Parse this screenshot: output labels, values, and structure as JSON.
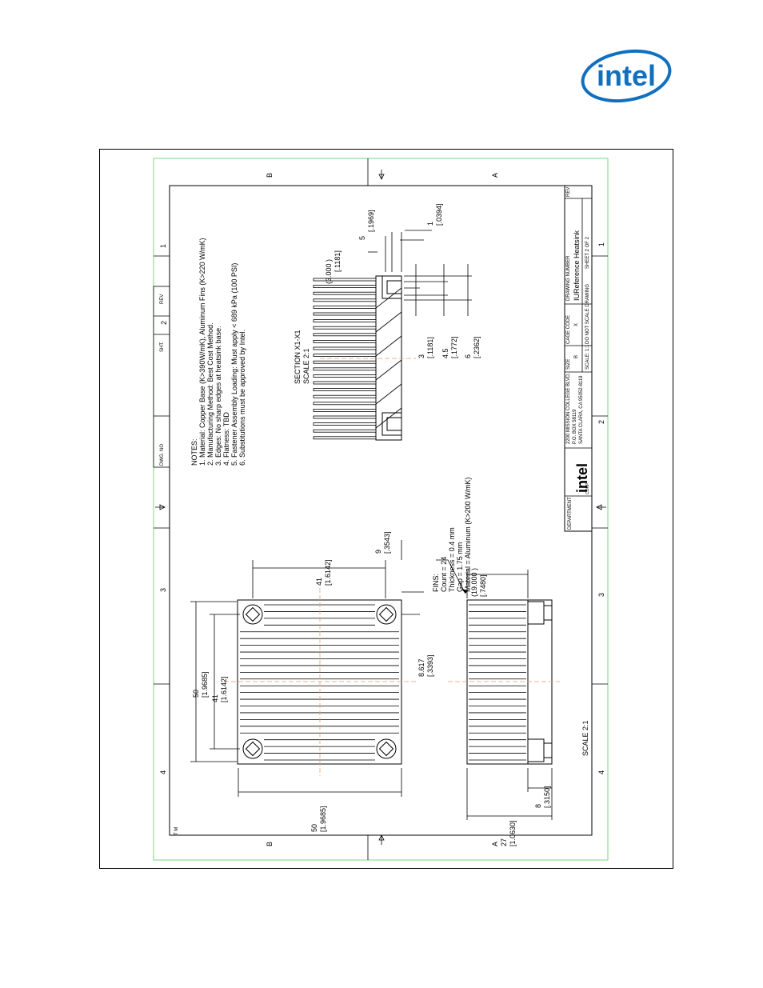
{
  "logo": {
    "text": "intel"
  },
  "drawing": {
    "border_zones": {
      "top": [
        "B",
        "A"
      ],
      "bottom": [
        "B",
        "A"
      ],
      "left": [
        "1",
        "2",
        "3",
        "4"
      ],
      "right": [
        "1",
        "2",
        "3",
        "4"
      ],
      "corner": "T M"
    },
    "sheet_tab": {
      "dwg_no": "DWG. NO",
      "sht": "SHT.",
      "sheet": "2",
      "rev": "REV"
    },
    "notes": [
      "NOTES:",
      "1.  Material:  Copper Base (K>390W/mK), Aluminum Fins (K>220 W/mK)",
      "2.  Manufacturing Method:  Best Cost Method.",
      "3.  Edges:  No sharp edges at heatsink base.",
      "4.  Flatness:  TBD",
      "5.  Fastener Assembly Loading:  Must apply < 689 kPa (100 PSI)",
      "6.  Substitutions must be approved by Intel."
    ],
    "section_view": {
      "title": "SECTION  X1-X1",
      "scale": "SCALE  2:1",
      "dims": [
        {
          "text": "(3.000 )"
        },
        {
          "text": "[.1181]"
        },
        {
          "text": "5"
        },
        {
          "text": "[.1969]"
        },
        {
          "text": "1"
        },
        {
          "text": "[.0394]"
        },
        {
          "text": "3"
        },
        {
          "text": "[.1181]"
        },
        {
          "text": "4.5"
        },
        {
          "text": "[.1772]"
        },
        {
          "text": "6"
        },
        {
          "text": "[.2362]"
        }
      ]
    },
    "top_view": {
      "dims": [
        {
          "text": "41"
        },
        {
          "text": "[1.6142]"
        },
        {
          "text": "9"
        },
        {
          "text": "[.3543]"
        },
        {
          "text": "50"
        },
        {
          "text": "[1.9685]"
        },
        {
          "text": "41"
        },
        {
          "text": "[1.6142]"
        },
        {
          "text": "8.617"
        },
        {
          "text": "[.3393]"
        },
        {
          "text": "50"
        },
        {
          "text": "[1.9685]"
        }
      ],
      "scale": "SCALE  2:1"
    },
    "fins_note": [
      "FINS:",
      "Count = 24",
      "Thickness = 0.4 mm",
      "Gap = 1.75 mm",
      "Material = Aluminum (K>200 W/mK)"
    ],
    "side_view": {
      "dims": [
        {
          "text": "(19.000 )"
        },
        {
          "text": "[.7480]"
        },
        {
          "text": "8"
        },
        {
          "text": "[.3150]"
        },
        {
          "text": "27"
        },
        {
          "text": "[1.0630]"
        }
      ]
    },
    "title_block": {
      "department": "DEPARTMENT",
      "address": [
        "2200 MISSION COLLEGE BLVD.",
        "P.O. BOX 58119",
        "SANTA CLARA, CA 95052-8119"
      ],
      "logo": "intel",
      "corp": "CORP.",
      "size_label": "SIZE",
      "size": "B",
      "cage_label": "CAGE CODE",
      "cage": "X",
      "dwg_label": "DRAWING NUMBER",
      "dwg_title": "IUReference Heatsink",
      "rev_label": "REV",
      "scale": "SCALE: 1:1",
      "note": "DO NOT SCALE DRAWING",
      "sheet": "SHEET 2 OF 2"
    }
  }
}
